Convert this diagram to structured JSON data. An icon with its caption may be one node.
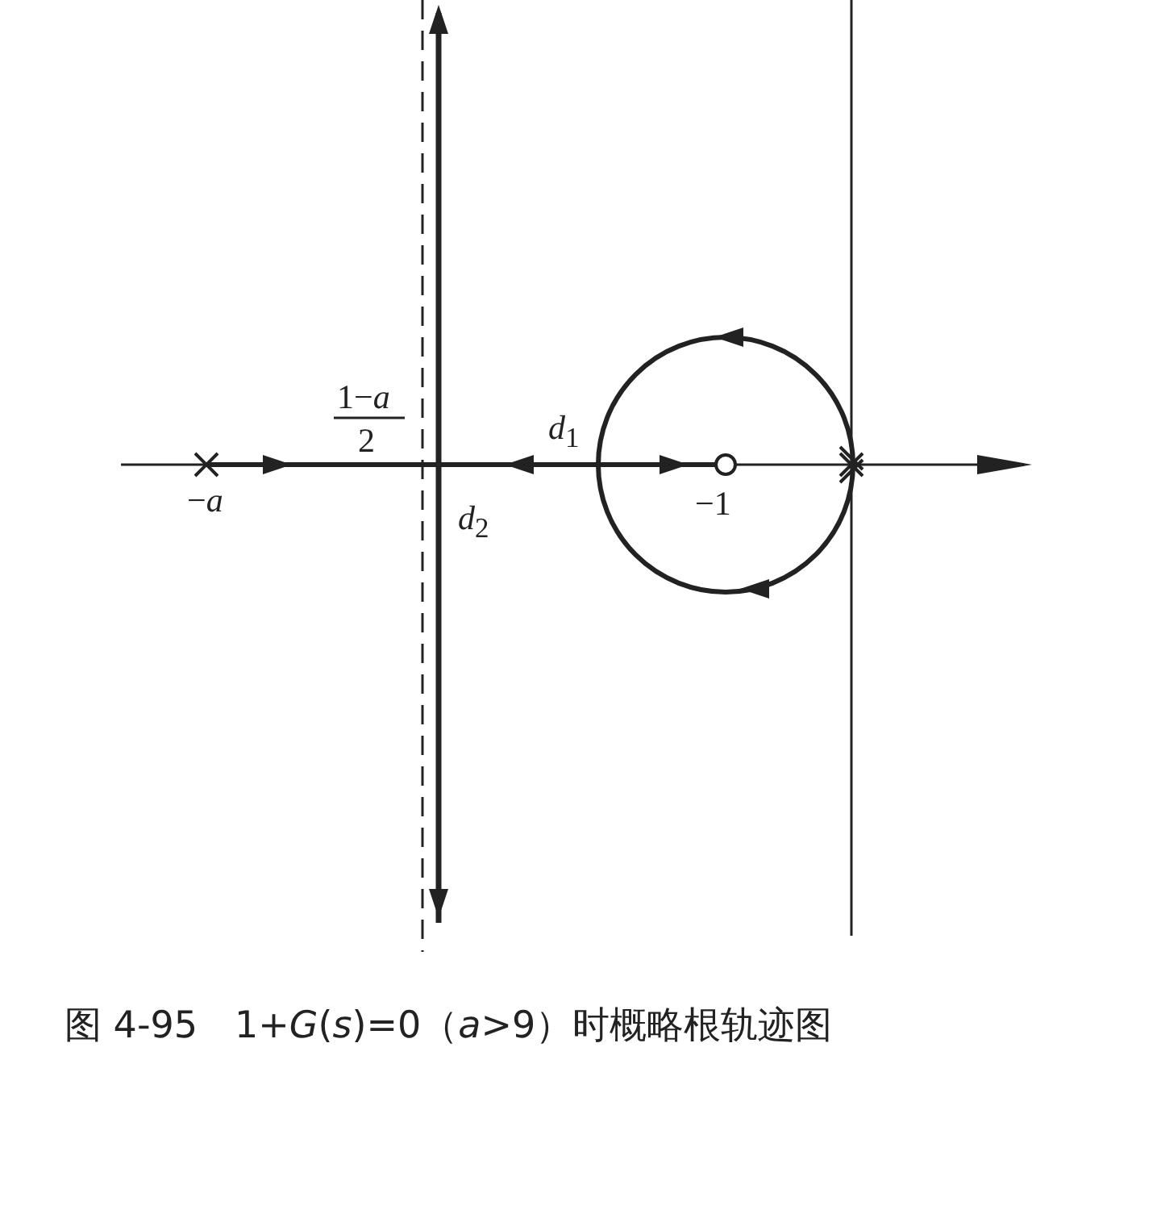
{
  "diagram": {
    "caption": "图 4-95　1+*G*(*s*)=0（*a*>9）时概略根轨迹图",
    "labels": [
      "1−*a*",
      "2",
      "*d*$_{1}$",
      "−*a*",
      "*d*$_{2}$",
      "−1"
    ]
  }
}
